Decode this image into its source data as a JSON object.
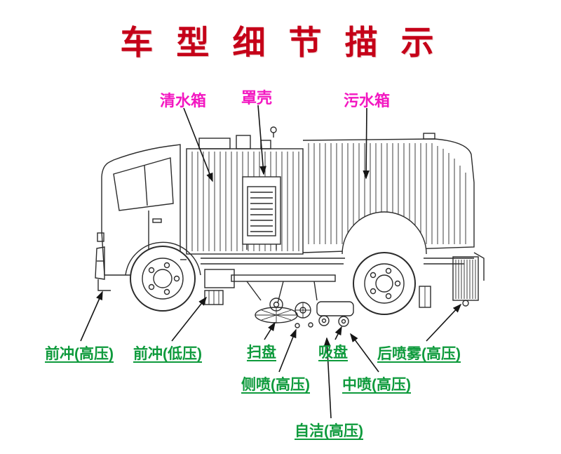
{
  "page": {
    "title": "车 型 细 节 描 示"
  },
  "colors": {
    "title": "#c50018",
    "part_label": "#f317c1",
    "feature_label": "#0e9a3c",
    "line_art": "#2b2b2b"
  },
  "part_labels": [
    {
      "id": "clean-water-tank",
      "label": "清水箱"
    },
    {
      "id": "cover-shell",
      "label": "罩壳"
    },
    {
      "id": "sewage-tank",
      "label": "污水箱"
    }
  ],
  "feature_labels": [
    {
      "id": "front-flush-high-pressure",
      "label": "前冲(高压)"
    },
    {
      "id": "front-flush-low-pressure",
      "label": "前冲(低压)"
    },
    {
      "id": "sweep-disc",
      "label": "扫盘"
    },
    {
      "id": "suction-disc",
      "label": "吸盘"
    },
    {
      "id": "rear-spray-high-pressure",
      "label": "后喷雾(高压)"
    },
    {
      "id": "side-spray-high-pressure",
      "label": "侧喷(高压)"
    },
    {
      "id": "center-spray-high-pressure",
      "label": "中喷(高压)"
    },
    {
      "id": "self-clean-high-pressure",
      "label": "自洁(高压)"
    }
  ]
}
